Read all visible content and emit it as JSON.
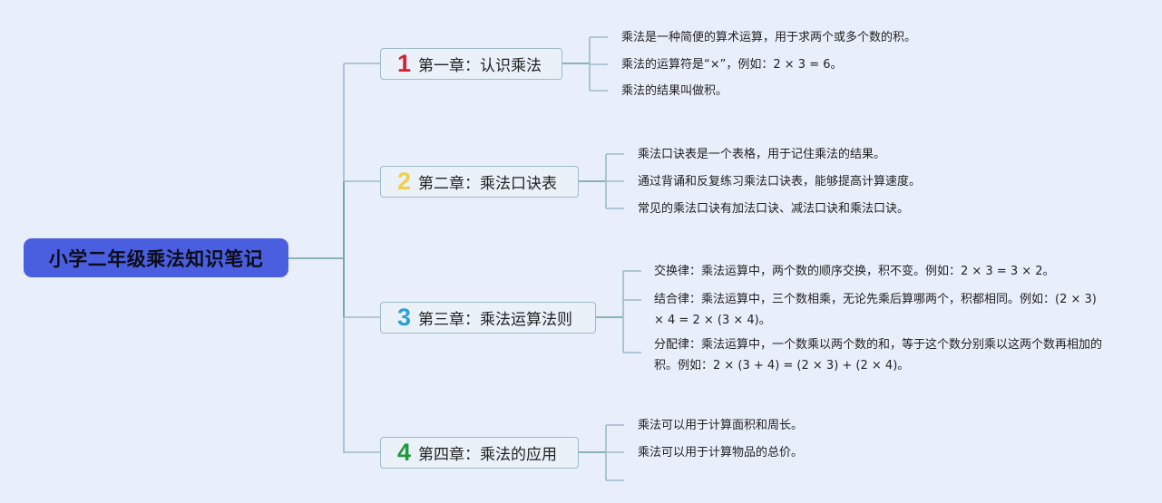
{
  "root": {
    "title": "小学二年级乘法知识笔记",
    "color": "#4a5ee0"
  },
  "line_colors": {
    "main": "#6aa09c",
    "branch": "#9dbcc6"
  },
  "chapters": [
    {
      "number": "1",
      "number_color": "#d8202e",
      "title": "第一章：认识乘法",
      "notes": [
        "乘法是一种简便的算术运算，用于求两个或多个数的积。",
        "乘法的运算符是“×”，例如：2 × 3 = 6。",
        "乘法的结果叫做积。"
      ]
    },
    {
      "number": "2",
      "number_color": "#f2cf4a",
      "title": "第二章：乘法口诀表",
      "notes": [
        "乘法口诀表是一个表格，用于记住乘法的结果。",
        "通过背诵和反复练习乘法口诀表，能够提高计算速度。",
        "常见的乘法口诀有加法口诀、减法口诀和乘法口诀。"
      ]
    },
    {
      "number": "3",
      "number_color": "#2a9fd8",
      "title": "第三章：乘法运算法则",
      "notes": [
        "交换律：乘法运算中，两个数的顺序交换，积不变。例如：2 × 3 = 3 × 2。",
        "结合律：乘法运算中，三个数相乘，无论先乘后算哪两个，积都相同。例如：(2 × 3) × 4 = 2 × (3 × 4)。",
        "分配律：乘法运算中，一个数乘以两个数的和，等于这个数分别乘以这两个数再相加的积。例如：2 × (3 + 4) = (2 × 3) + (2 × 4)。"
      ]
    },
    {
      "number": "4",
      "number_color": "#1f9a3a",
      "title": "第四章：乘法的应用",
      "notes": [
        "乘法可以用于计算面积和周长。",
        "乘法可以用于计算物品的总价。",
        ""
      ]
    }
  ]
}
